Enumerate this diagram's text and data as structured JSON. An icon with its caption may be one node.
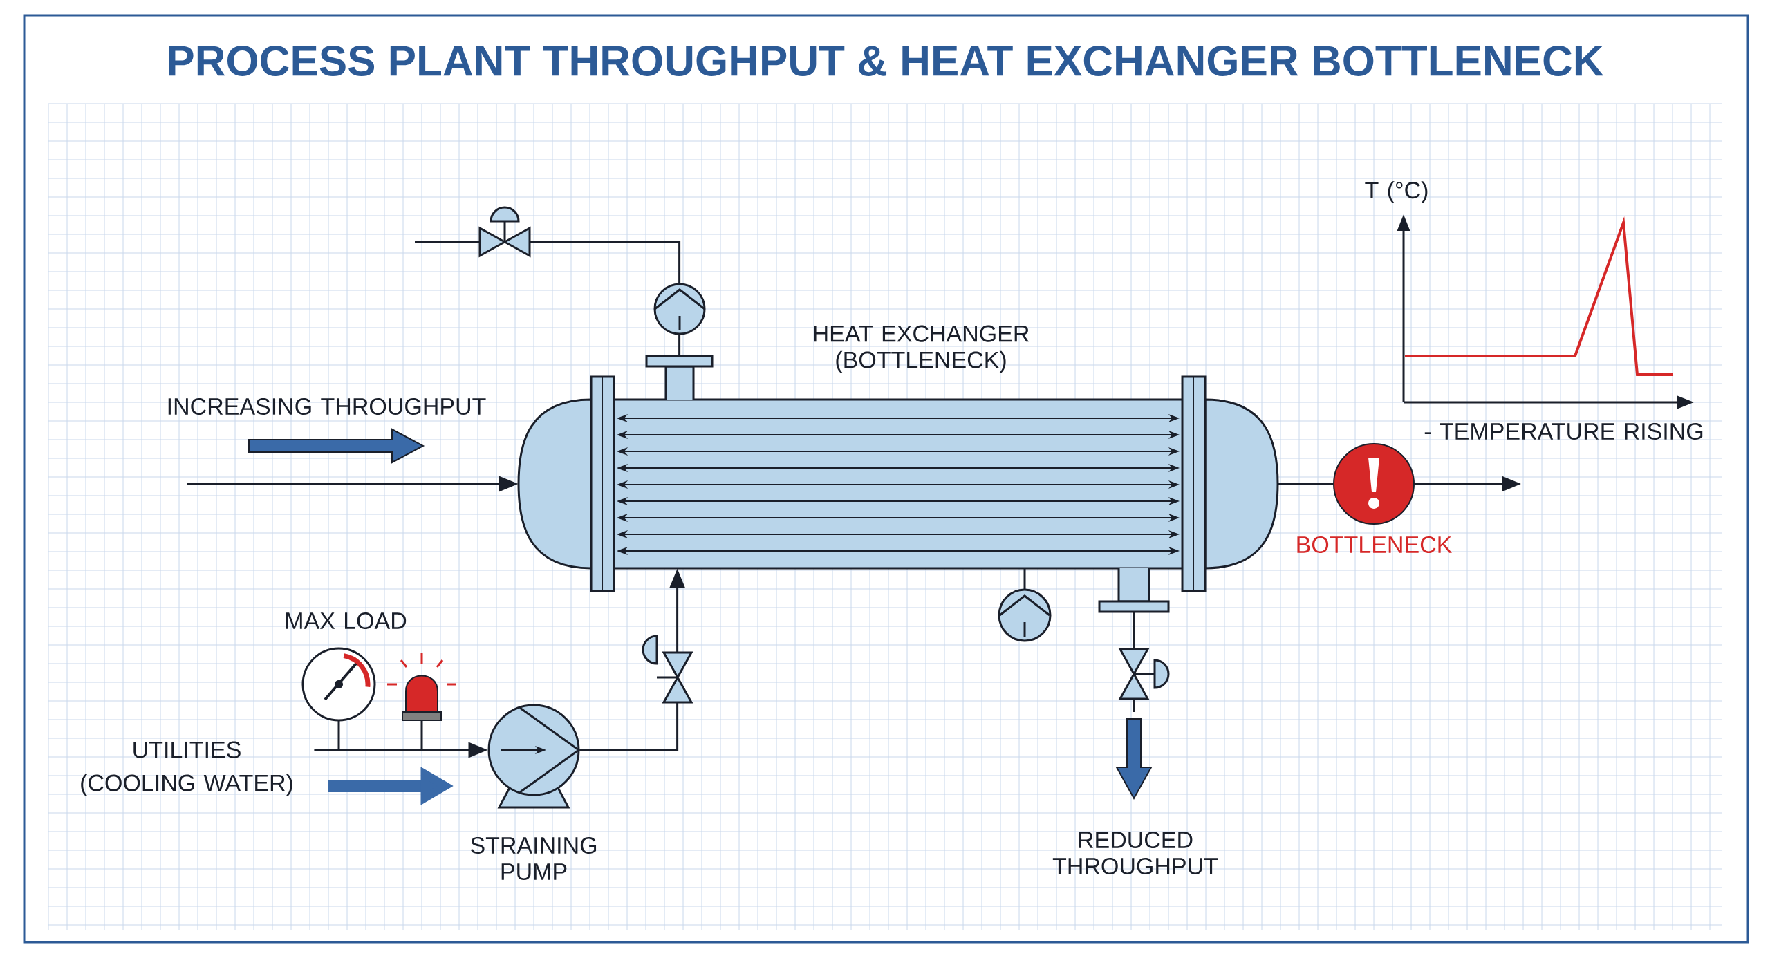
{
  "diagram": {
    "title": "PROCESS PLANT THROUGHPUT & HEAT EXCHANGER BOTTLENECK",
    "nodes": [
      {
        "text": [
          "HEAT EXCHANGER (BOTTLENECK)"
        ]
      },
      {
        "text": [
          "STRAINING PUMP"
        ]
      },
      {
        "text": [
          "BOTTLENECK"
        ]
      },
      {
        "text": [
          "UTILITIES (COOLING WATER)"
        ]
      }
    ],
    "edges": [
      {
        "from": null,
        "to": 0,
        "arrow": "to"
      },
      {
        "from": 0,
        "to": 2,
        "arrow": "none"
      },
      {
        "from": 2,
        "to": null,
        "arrow": "to"
      },
      {
        "from": 3,
        "to": 1,
        "arrow": "to"
      },
      {
        "from": 1,
        "to": 0,
        "arrow": "to"
      },
      {
        "from": null,
        "to": 0,
        "arrow": "none"
      },
      {
        "from": 0,
        "to": null,
        "arrow": "none"
      },
      {
        "from": 3,
        "to": 1,
        "arrow": "to",
        "style": "thick",
        "color": "#3a6aa8"
      }
    ],
    "labels": [
      "INCREASING THROUGHPUT",
      "MAX LOAD",
      "T (°C)",
      "- TEMPERATURE RISING",
      "REDUCED THROUGHPUT"
    ]
  }
}
